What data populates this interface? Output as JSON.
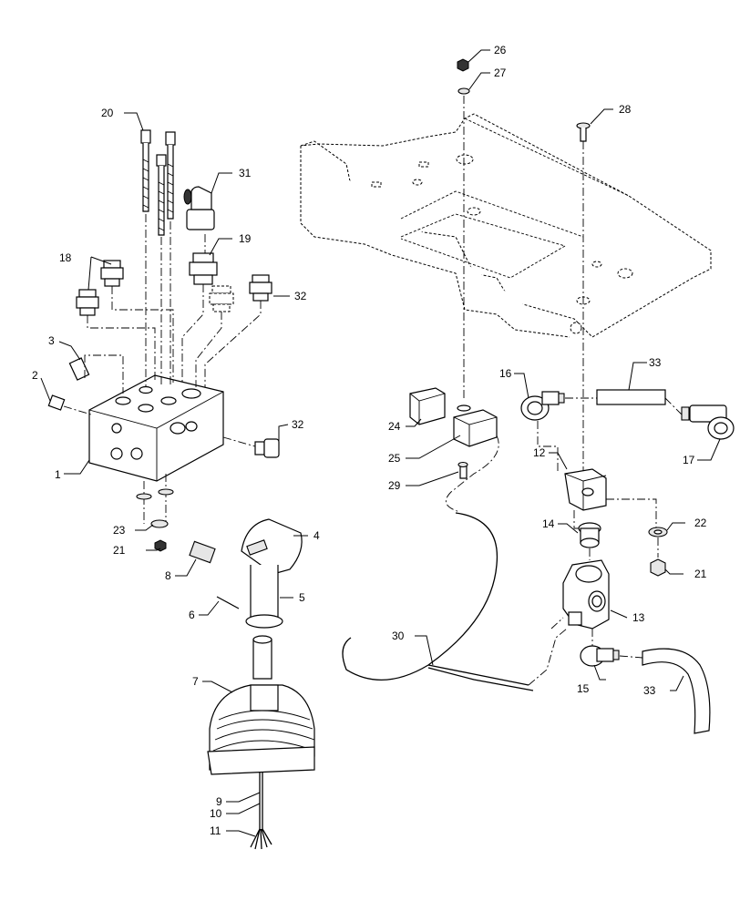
{
  "callouts": [
    {
      "key": "c1",
      "label": "1"
    },
    {
      "key": "c2",
      "label": "2"
    },
    {
      "key": "c3",
      "label": "3"
    },
    {
      "key": "c4",
      "label": "4"
    },
    {
      "key": "c5",
      "label": "5"
    },
    {
      "key": "c6",
      "label": "6"
    },
    {
      "key": "c7",
      "label": "7"
    },
    {
      "key": "c8",
      "label": "8"
    },
    {
      "key": "c9",
      "label": "9"
    },
    {
      "key": "c10",
      "label": "10"
    },
    {
      "key": "c11",
      "label": "11"
    },
    {
      "key": "c12",
      "label": "12"
    },
    {
      "key": "c13",
      "label": "13"
    },
    {
      "key": "c14",
      "label": "14"
    },
    {
      "key": "c15",
      "label": "15"
    },
    {
      "key": "c16",
      "label": "16"
    },
    {
      "key": "c17",
      "label": "17"
    },
    {
      "key": "c18",
      "label": "18"
    },
    {
      "key": "c19",
      "label": "19"
    },
    {
      "key": "c20",
      "label": "20"
    },
    {
      "key": "c21a",
      "label": "21"
    },
    {
      "key": "c21b",
      "label": "21"
    },
    {
      "key": "c22",
      "label": "22"
    },
    {
      "key": "c23",
      "label": "23"
    },
    {
      "key": "c24",
      "label": "24"
    },
    {
      "key": "c25",
      "label": "25"
    },
    {
      "key": "c26",
      "label": "26"
    },
    {
      "key": "c27",
      "label": "27"
    },
    {
      "key": "c28",
      "label": "28"
    },
    {
      "key": "c29",
      "label": "29"
    },
    {
      "key": "c30",
      "label": "30"
    },
    {
      "key": "c31",
      "label": "31"
    },
    {
      "key": "c32a",
      "label": "32"
    },
    {
      "key": "c32b",
      "label": "32"
    },
    {
      "key": "c33a",
      "label": "33"
    },
    {
      "key": "c33b",
      "label": "33"
    }
  ]
}
